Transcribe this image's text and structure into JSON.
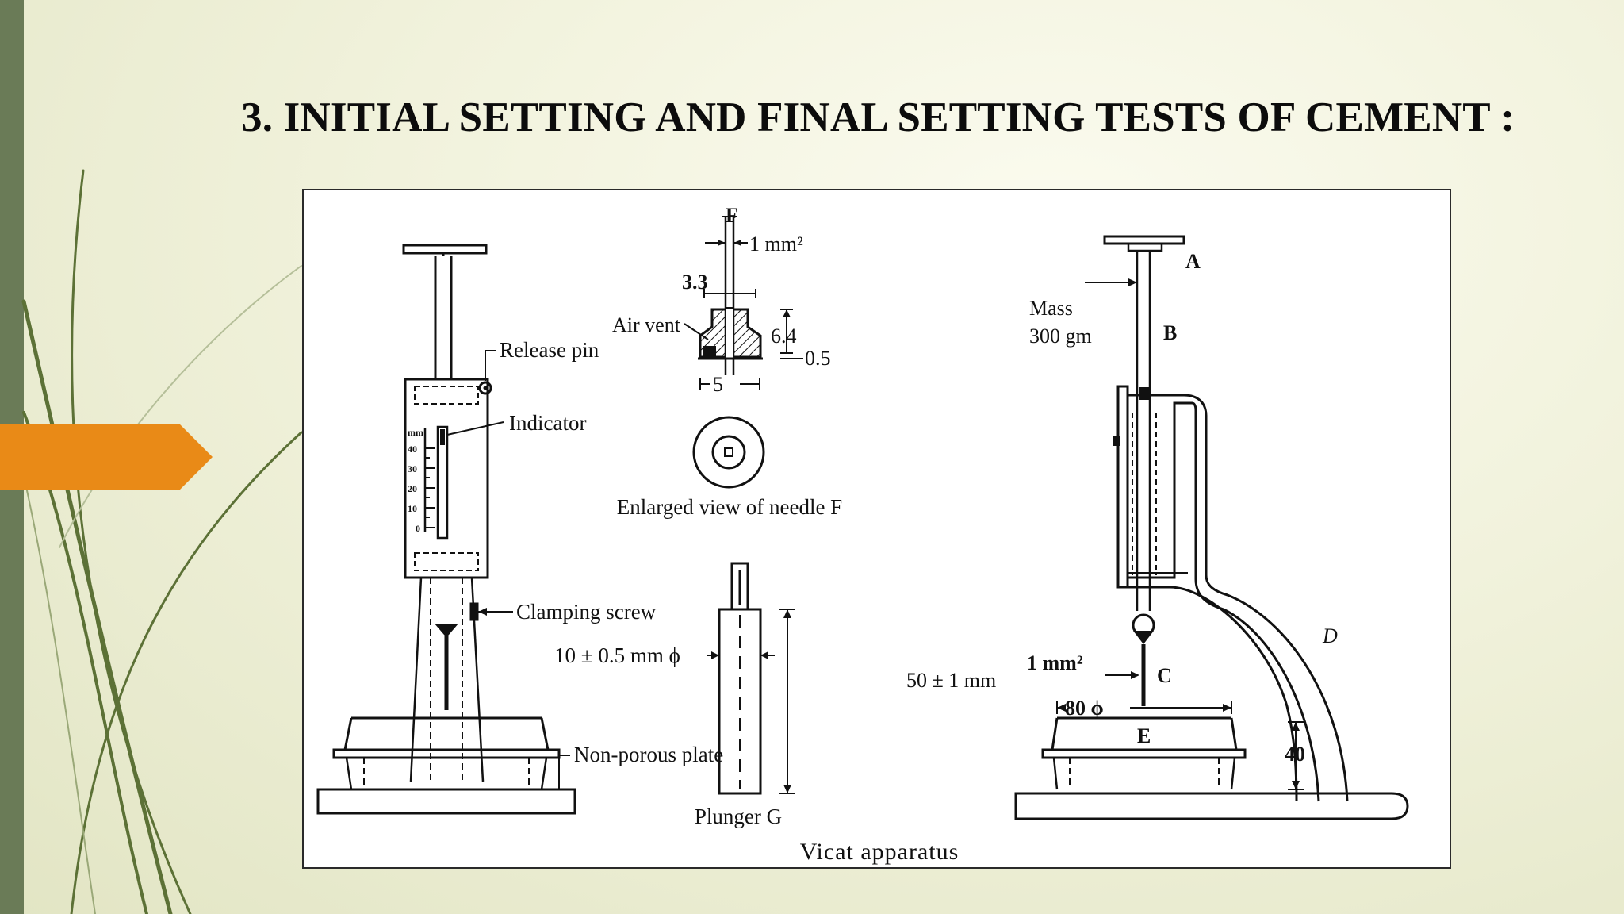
{
  "slide": {
    "title": "3. INITIAL SETTING AND FINAL SETTING TESTS OF CEMENT :",
    "colors": {
      "side_bar": "#6a7b57",
      "arrow_tab": "#e98a17",
      "deco_lines": "#556b2f"
    }
  },
  "diagram": {
    "caption": "Vicat apparatus",
    "left_apparatus": {
      "release_pin": "Release pin",
      "indicator": "Indicator",
      "clamping_screw": "Clamping screw",
      "non_porous_plate": "Non-porous plate",
      "scale_unit": "mm",
      "scale_ticks": [
        "40",
        "30",
        "20",
        "10",
        "0"
      ]
    },
    "needle_f": {
      "letter": "F",
      "area": "1 mm²",
      "width_top": "3.3",
      "air_vent": "Air vent",
      "height": "6.4",
      "tip": "0.5",
      "base_width": "5",
      "caption": "Enlarged view of needle F"
    },
    "plunger_g": {
      "diameter": "10 ± 0.5 mm ϕ",
      "length": "50 ± 1 mm",
      "caption": "Plunger G"
    },
    "right_apparatus": {
      "label_a": "A",
      "mass_line1": "Mass",
      "mass_line2": "300 gm",
      "label_b": "B",
      "label_c": "C",
      "label_d": "D",
      "label_e": "E",
      "needle_area": "1 mm²",
      "mould_diameter": "80 ϕ",
      "mould_height": "40"
    }
  }
}
